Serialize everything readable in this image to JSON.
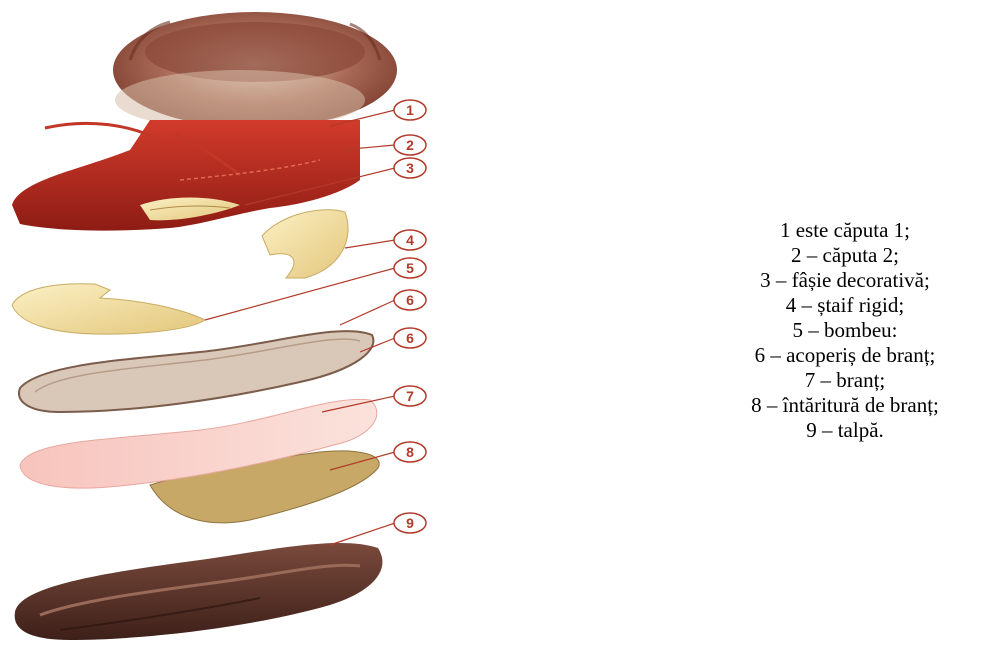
{
  "legend": [
    "1 este căputa 1;",
    "2 – căputa 2;",
    "3 – fâșie decorativă;",
    "4 – ștaif rigid;",
    "5 – bombeu:",
    "6 – acoperiș de branț;",
    "7 – branț;",
    "8 – întăritură de branț;",
    "9 – talpă."
  ],
  "callouts": [
    "1",
    "2",
    "3",
    "4",
    "5",
    "6",
    "6",
    "7",
    "8",
    "9"
  ],
  "colors": {
    "leather_red": "#b92a1e",
    "fur_brown": "#8a4a3a",
    "fur_light": "#d9c2ae",
    "cream_part": "#f0dea0",
    "insole_cover": "#e8ddd2",
    "insole_pink": "#f4b7b0",
    "reinforcement": "#c9a967",
    "sole_brown": "#5b3328",
    "callout_line": "#b23a2a"
  }
}
